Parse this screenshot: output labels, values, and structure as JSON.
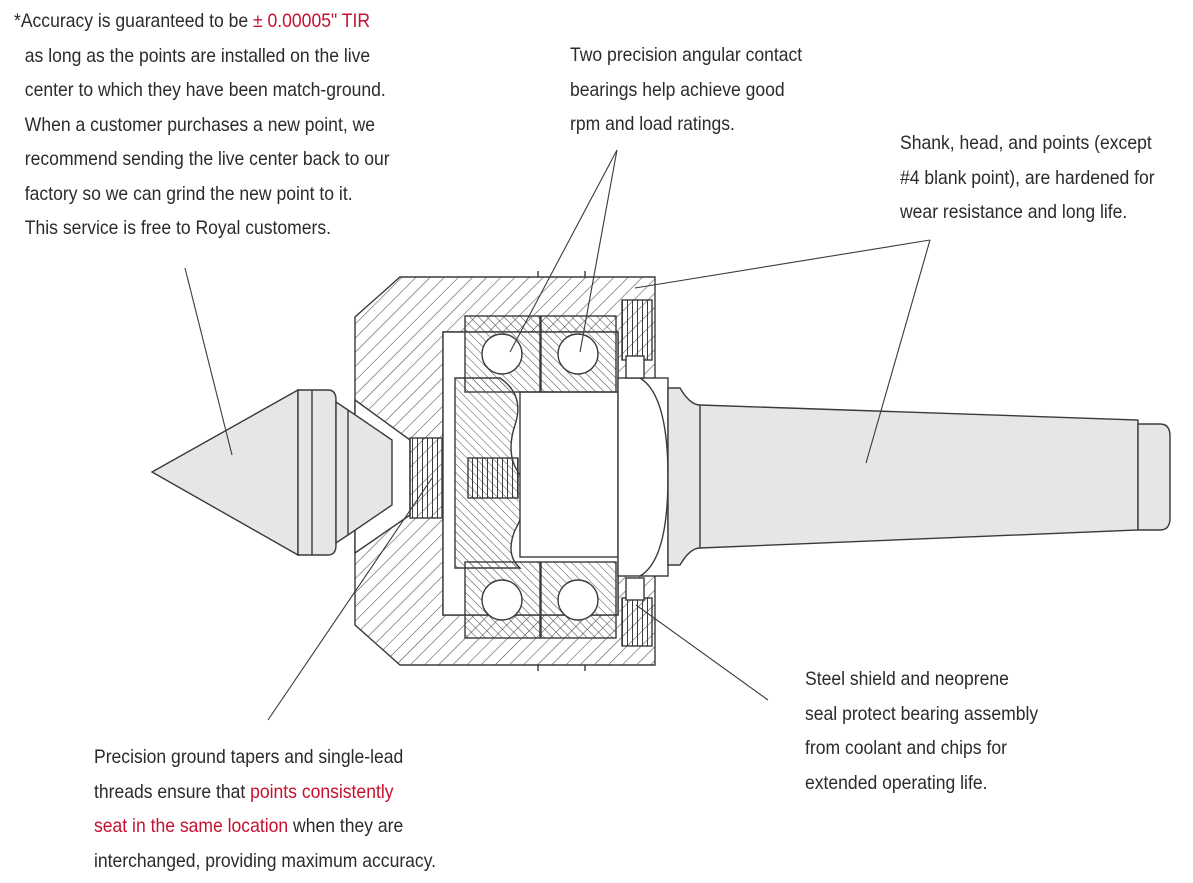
{
  "colors": {
    "accent": "#c8102e",
    "text": "#2b2b2b",
    "line": "#3a3a3a",
    "hatch": "#4a4a4a",
    "part_fill": "#e6e6e6"
  },
  "callouts": {
    "accuracy": {
      "prefix": "*Accuracy is guaranteed to be ",
      "highlight": "± 0.00005\" TIR",
      "lines": [
        "as long as the points are installed on the live",
        "center to which they have been match-ground.",
        "When a customer purchases a new point, we",
        "recommend sending the live center back to our",
        "factory so we can grind the new point to it.",
        "This service is free to Royal customers."
      ]
    },
    "bearings": {
      "lines": [
        "Two precision angular contact",
        "bearings help achieve good",
        "rpm and load ratings."
      ]
    },
    "hardened": {
      "lines": [
        "Shank, head, and points (except",
        "#4 blank point), are hardened for",
        "wear resistance and long life."
      ]
    },
    "seal": {
      "lines": [
        "Steel shield and neoprene",
        "seal protect bearing assembly",
        "from coolant and chips for",
        "extended operating life."
      ]
    },
    "tapers": {
      "line1": "Precision ground tapers and single-lead",
      "line2_plain": "threads ensure that ",
      "line2_red": "points consistently",
      "line3_red": "seat in the same location",
      "line3_plain": " when they are",
      "line4": "interchanged, providing maximum accuracy."
    }
  }
}
